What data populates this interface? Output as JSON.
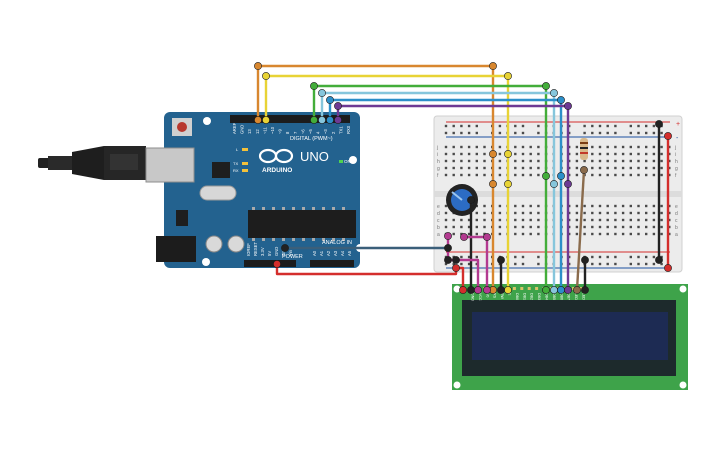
{
  "arduino": {
    "brand": "UNO",
    "maker": "ARDUINO",
    "digital_label": "DIGITAL (PWM~)",
    "power_label": "POWER",
    "analog_label": "ANALOG IN",
    "on_label": "ON",
    "led_labels": [
      "L",
      "TX",
      "RX"
    ],
    "digital_pins": [
      "AREF",
      "GND",
      "13",
      "12",
      "~11",
      "~10",
      "~9",
      "8",
      "7",
      "~6",
      "~5",
      "4",
      "~3",
      "2",
      "TX1",
      "RX0"
    ],
    "power_pins": [
      "IOREF",
      "RESET",
      "3.3V",
      "5V",
      "GND",
      "GND",
      "Vin"
    ],
    "analog_pins": [
      "A0",
      "A1",
      "A2",
      "A3",
      "A4",
      "A5"
    ]
  },
  "breadboard": {
    "row_letters_top": [
      "j",
      "i",
      "h",
      "g",
      "f"
    ],
    "row_letters_bottom": [
      "e",
      "d",
      "c",
      "b",
      "a"
    ],
    "rail_signs": [
      "+",
      "-"
    ]
  },
  "lcd": {
    "pin_labels": [
      "GND",
      "VCC",
      "V0",
      "RS",
      "RW",
      "E",
      "DB0",
      "DB1",
      "DB2",
      "DB3",
      "DB4",
      "DB5",
      "DB6",
      "DB7",
      "LED",
      "LED"
    ]
  },
  "colors": {
    "arduino_board": "#23628f",
    "breadboard": "#ececec",
    "lcd_pcb": "#3ea34a",
    "lcd_screen": "#1d2b53",
    "wire_orange": "#d8872f",
    "wire_yellow": "#e8d335",
    "wire_green": "#43ad3a",
    "wire_light_blue": "#86c6dc",
    "wire_blue": "#2c8fc9",
    "wire_purple": "#6d3a94",
    "wire_red": "#d42e2c",
    "wire_black": "#222222",
    "wire_magenta": "#b33a90",
    "wire_gray_blue": "#3b5f7a",
    "wire_brown": "#8a6b4c"
  },
  "components": [
    "usb-cable",
    "arduino-uno",
    "breadboard",
    "potentiometer",
    "resistor",
    "lcd-16x2"
  ]
}
